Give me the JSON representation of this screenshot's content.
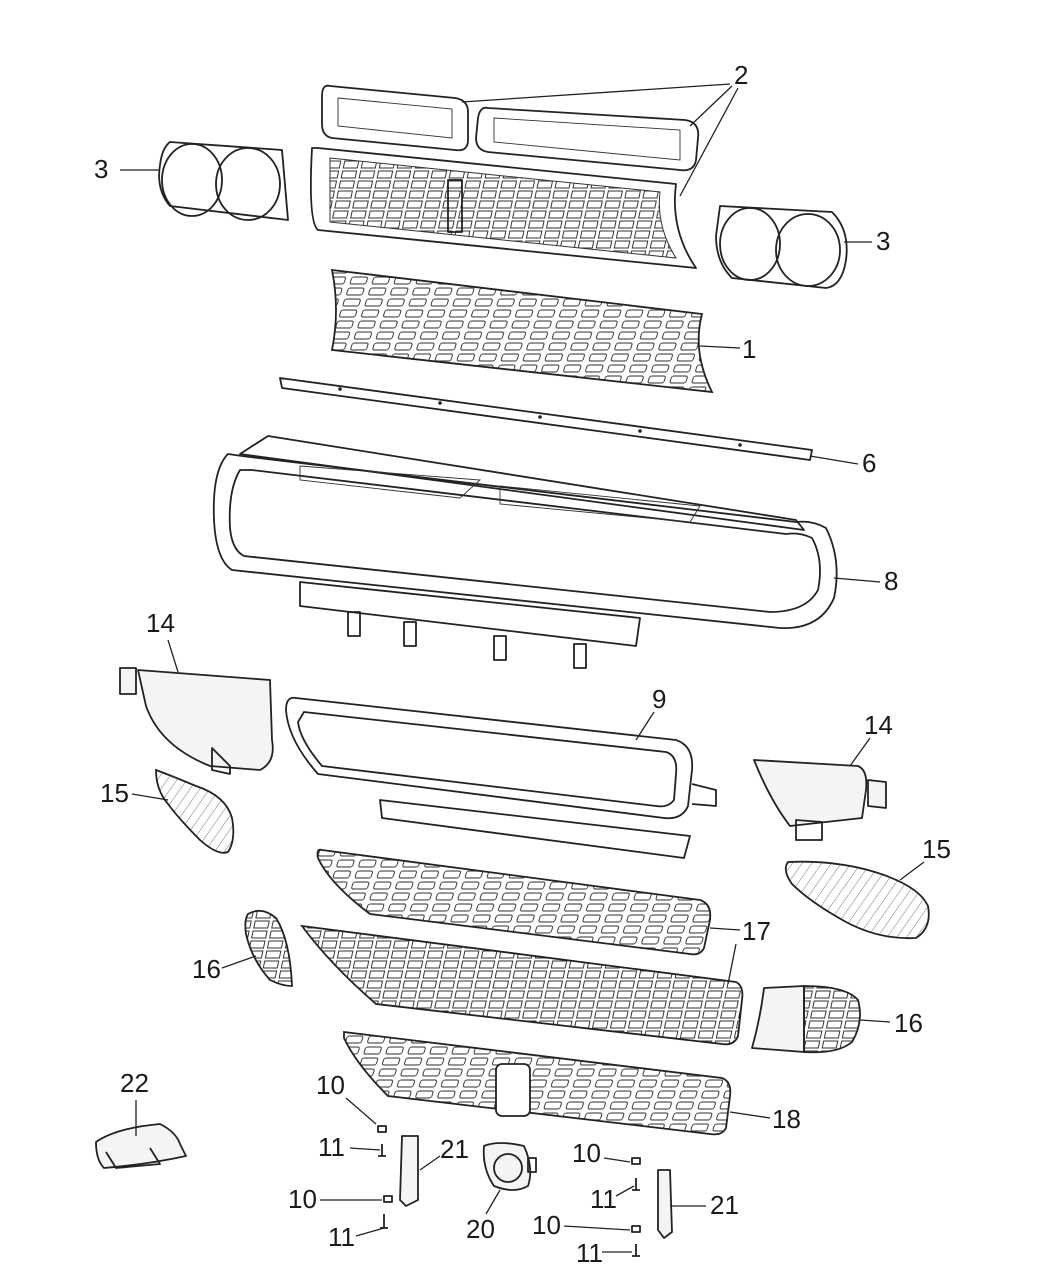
{
  "diagram": {
    "callouts": {
      "c1": "1",
      "c2": "2",
      "c3a": "3",
      "c3b": "3",
      "c6": "6",
      "c8": "8",
      "c9": "9",
      "c10a": "10",
      "c10b": "10",
      "c10c": "10",
      "c10d": "10",
      "c11a": "11",
      "c11b": "11",
      "c11c": "11",
      "c11d": "11",
      "c14a": "14",
      "c14b": "14",
      "c15a": "15",
      "c15b": "15",
      "c16a": "16",
      "c16b": "16",
      "c17": "17",
      "c18": "18",
      "c20": "20",
      "c21a": "21",
      "c21b": "21",
      "c22": "22"
    }
  }
}
